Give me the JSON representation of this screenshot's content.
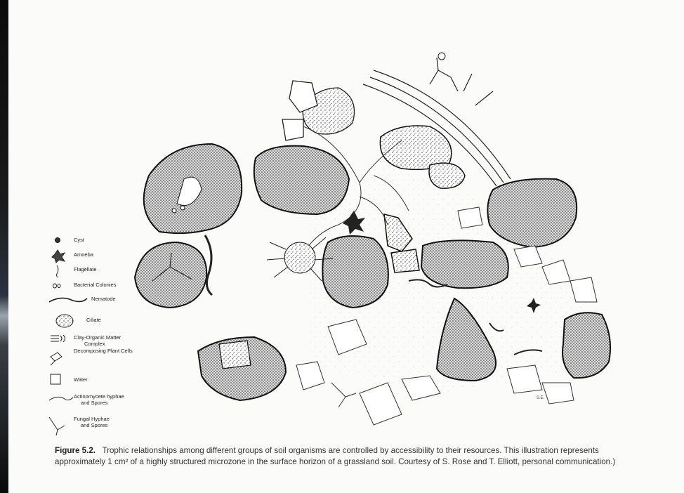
{
  "legend": {
    "items": [
      {
        "label": "Cyst",
        "icon": "cyst-icon"
      },
      {
        "label": "Amoeba",
        "icon": "amoeba-icon"
      },
      {
        "label": "Flagellate",
        "icon": "flagellate-icon"
      },
      {
        "label": "Bacterial Colonies",
        "icon": "bacterial-colonies-icon"
      },
      {
        "label": "Nematode",
        "icon": "nematode-icon"
      },
      {
        "label": "Ciliate",
        "icon": "ciliate-icon"
      },
      {
        "label": "Clay-Organic Matter",
        "icon": "clay-organic-matter-icon"
      },
      {
        "label": "Complex",
        "icon": ""
      },
      {
        "label": "Decomposing Plant Cells",
        "icon": "decomposing-plant-cells-icon"
      },
      {
        "label": "Water",
        "icon": "water-icon"
      },
      {
        "label": "Actinomycete hyphae",
        "icon": "actinomycete-hyphae-icon"
      },
      {
        "label": "and Spores",
        "icon": ""
      },
      {
        "label": "Fungal Hyphae",
        "icon": "fungal-hyphae-icon"
      },
      {
        "label": "and Spores",
        "icon": ""
      }
    ]
  },
  "caption": {
    "label": "Figure 5.2.",
    "text": "Trophic relationships among different groups of soil organisms are controlled by accessibility to their resources. This illustration represents approximately 1 cm² of a highly structured microzone in the surface horizon of a grassland soil. Courtesy of S. Rose and T. Elliott, personal communication.)"
  }
}
